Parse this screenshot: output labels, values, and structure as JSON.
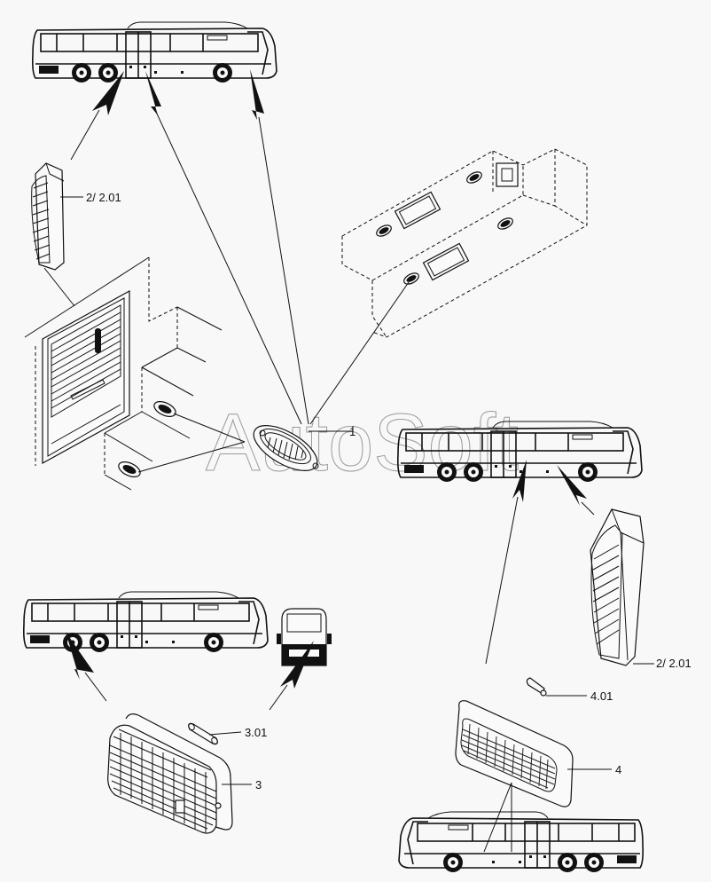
{
  "diagram": {
    "title": "",
    "watermark": "AutoSoft",
    "callouts": [
      {
        "id": "c-2-top",
        "text": "2/ 2.01"
      },
      {
        "id": "c-1",
        "text": "1"
      },
      {
        "id": "c-2-right",
        "text": "2/ 2.01"
      },
      {
        "id": "c-4-01",
        "text": "4.01"
      },
      {
        "id": "c-4",
        "text": "4"
      },
      {
        "id": "c-3-01",
        "text": "3.01"
      },
      {
        "id": "c-3",
        "text": "3"
      }
    ],
    "parts": [
      {
        "ref": "1",
        "name": "oval marker lamp"
      },
      {
        "ref": "2",
        "name": "side marker lamp (tall lens)"
      },
      {
        "ref": "2.01",
        "name": "bulb"
      },
      {
        "ref": "3",
        "name": "ribbed lens lamp"
      },
      {
        "ref": "3.01",
        "name": "festoon bulb"
      },
      {
        "ref": "4",
        "name": "grid lens lamp"
      },
      {
        "ref": "4.01",
        "name": "wedge bulb"
      }
    ],
    "views": [
      "bus side view (top)",
      "bus side view (middle right)",
      "bus side view (bottom left)",
      "bus rear view",
      "bus side view (bottom right, mirrored)",
      "door/stairwell detail",
      "luggage compartment detail"
    ]
  }
}
